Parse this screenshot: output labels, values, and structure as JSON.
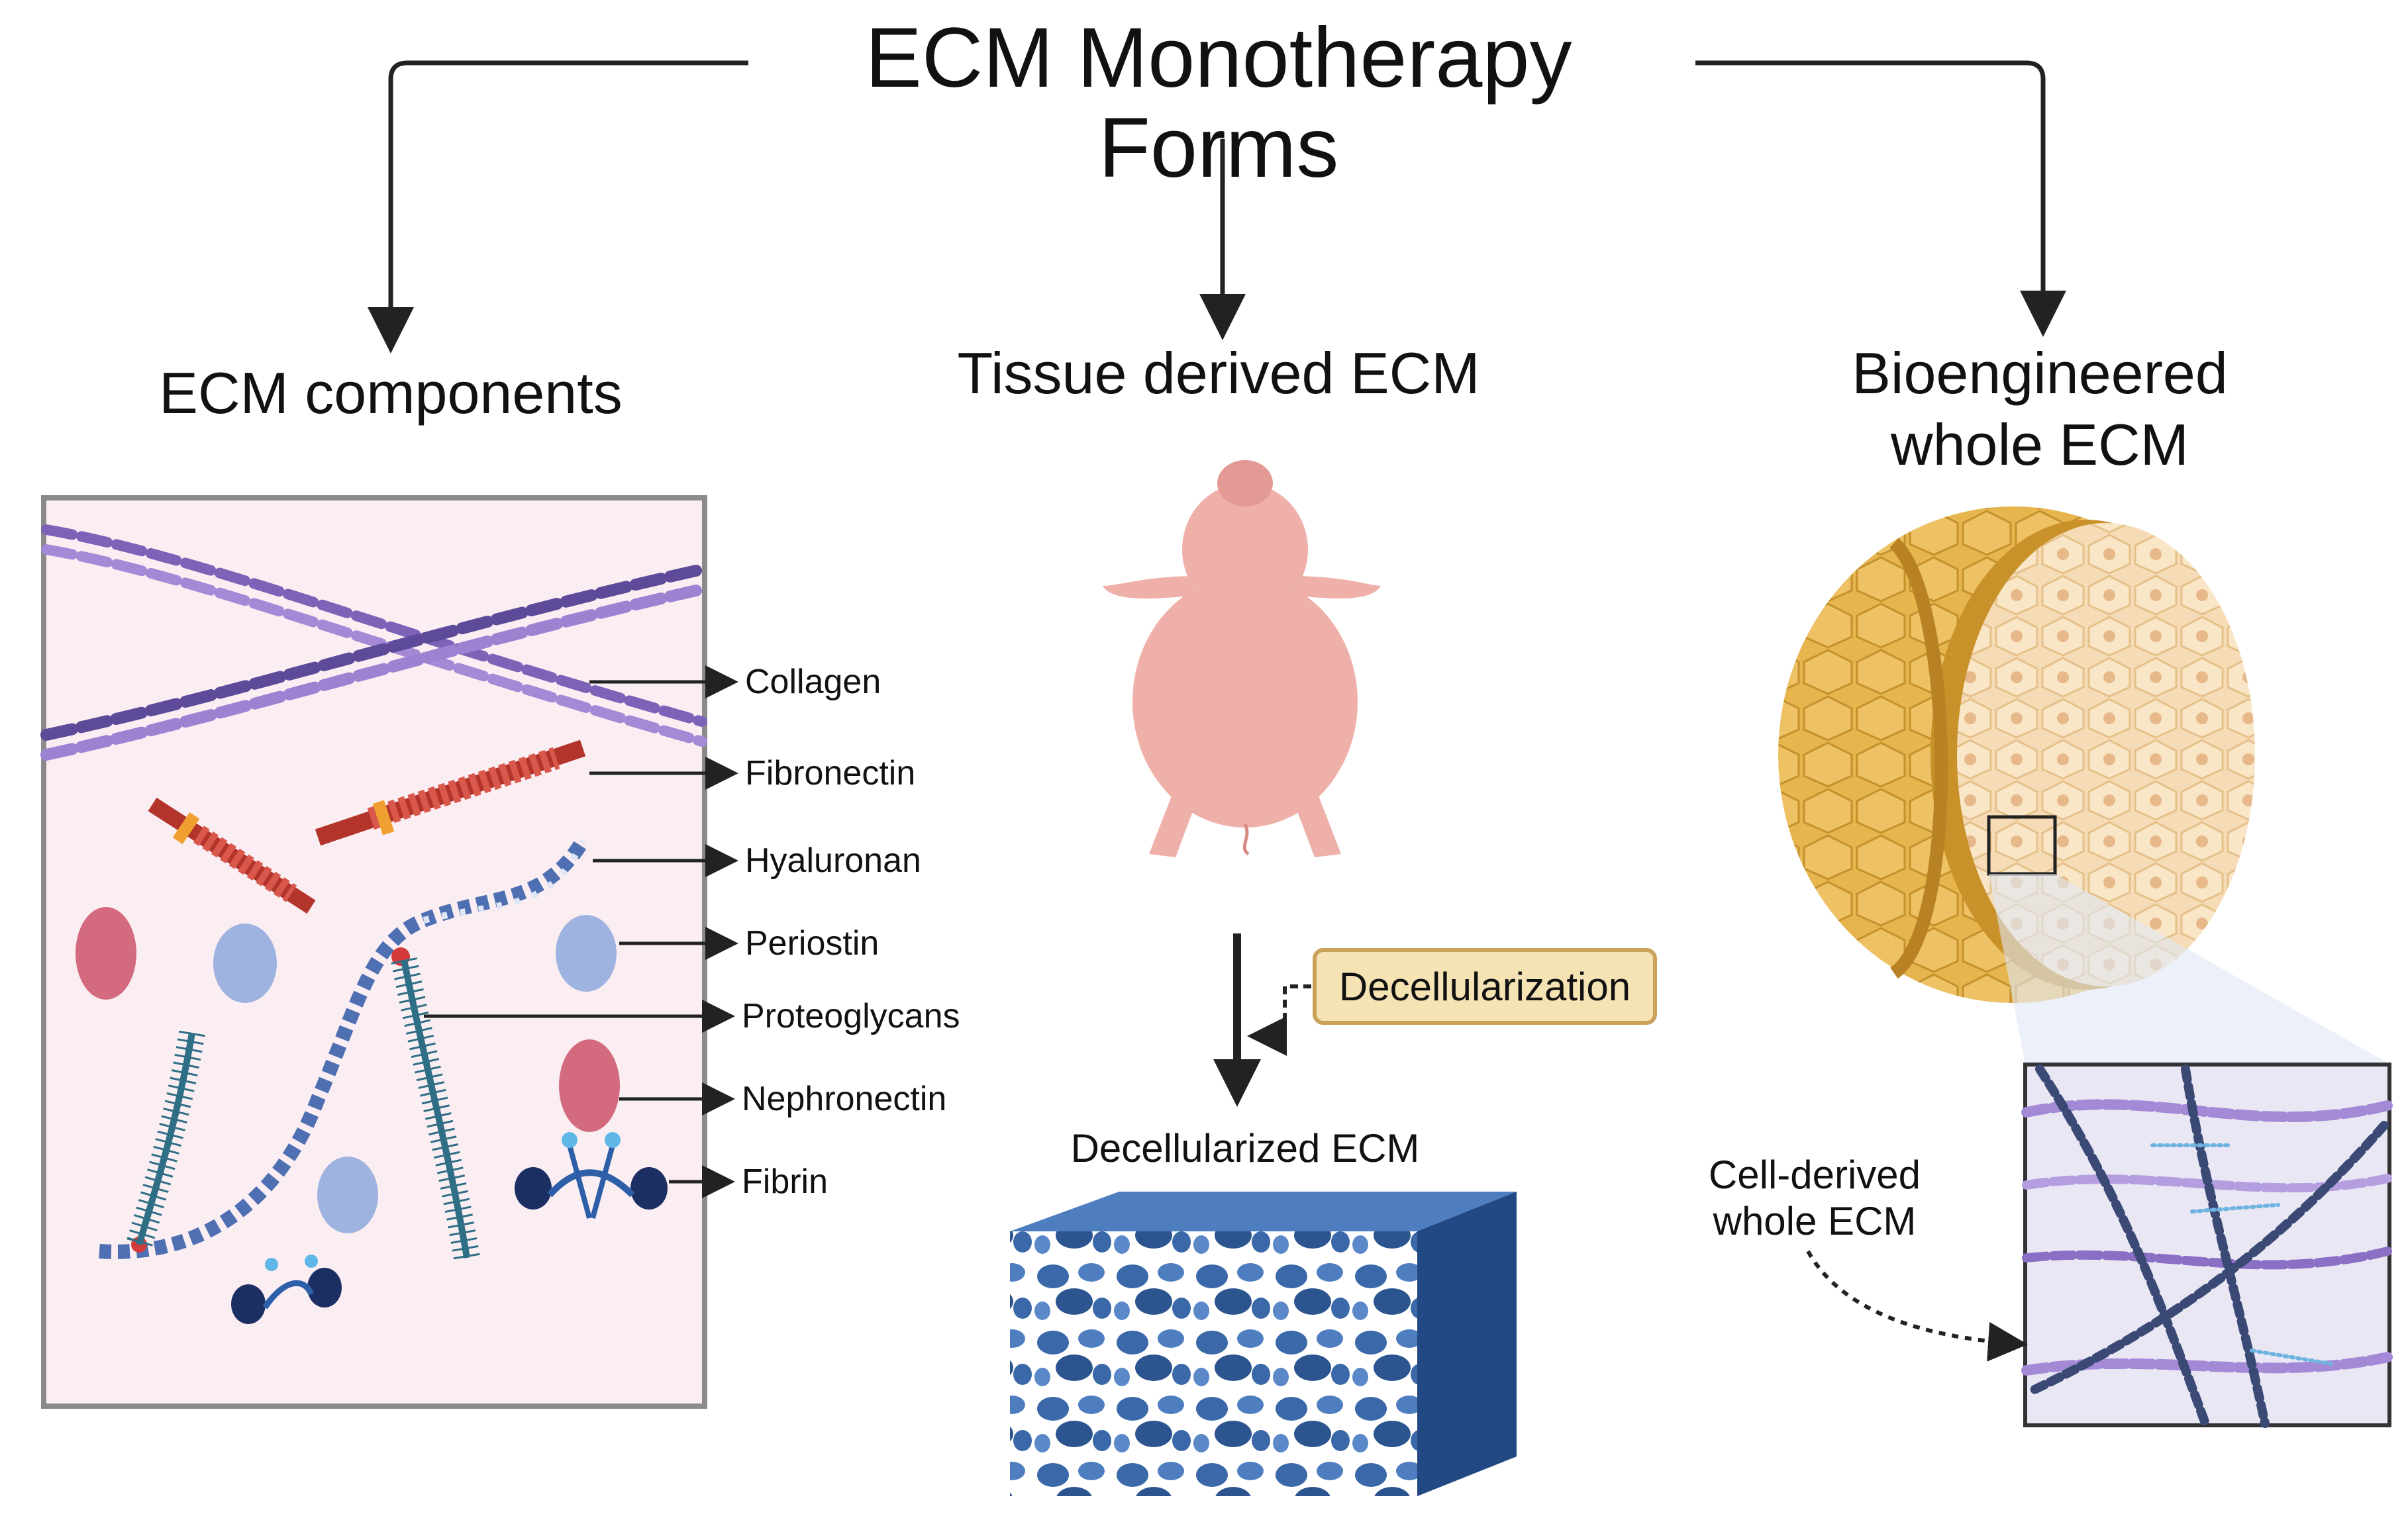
{
  "title": "ECM Monotherapy Forms",
  "columns": {
    "components": {
      "title": "ECM components"
    },
    "tissue": {
      "title": "Tissue derived ECM"
    },
    "bioengineered": {
      "title": "Bioengineered whole ECM"
    }
  },
  "component_labels": [
    "Collagen",
    "Fibronectin",
    "Hyaluronan",
    "Periostin",
    "Proteoglycans",
    "Nephronectin",
    "Fibrin"
  ],
  "tissue": {
    "process_label": "Decellularization",
    "result_label": "Decellularized ECM"
  },
  "bioengineered": {
    "inset_label_line1": "Cell-derived",
    "inset_label_line2": "whole ECM"
  },
  "colors": {
    "panel_bg": "#fbeef3",
    "panel_border": "#8a8a8a",
    "collagen": "#8b6fc4",
    "fibronectin": "#c0392b",
    "hyaluronan": "#4f6fb3",
    "periostin": "#9fb3e0",
    "nephronectin": "#d46a7e",
    "proteoglycan": "#2f6f86",
    "pig": "#efb0aa",
    "scaffold": "#2f5a9a",
    "sphere": "#e8bb55",
    "decell_box": "#f6e3b4"
  }
}
